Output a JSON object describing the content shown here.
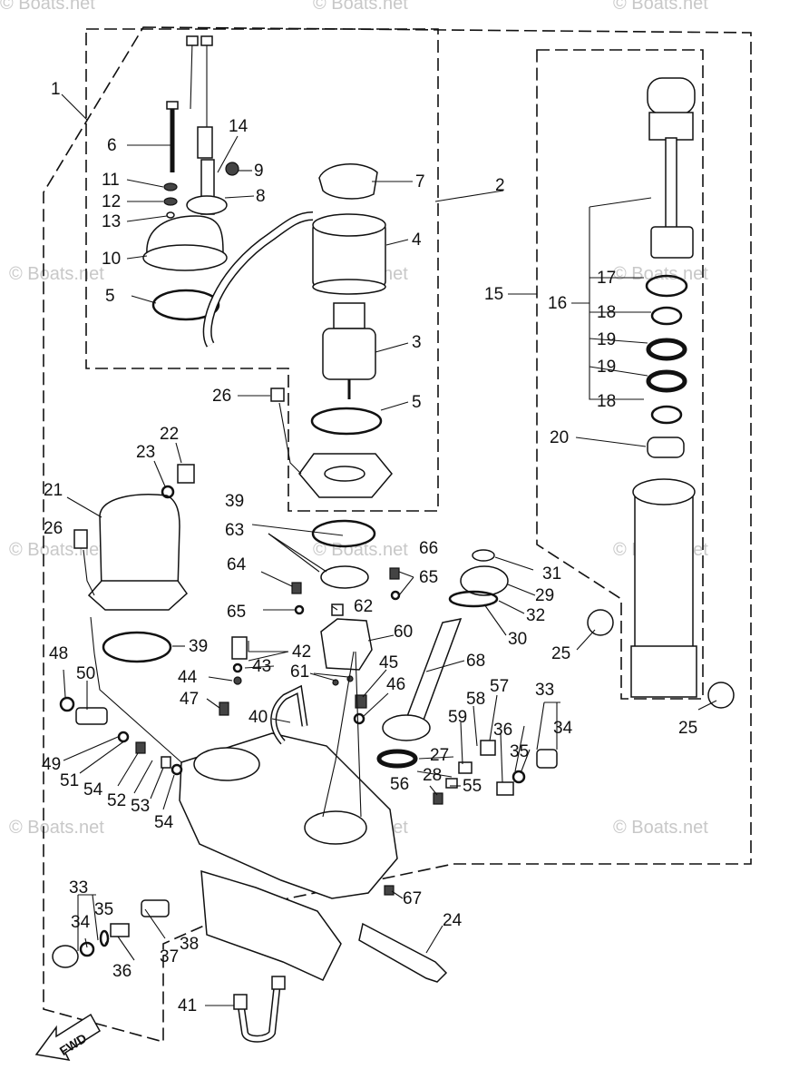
{
  "watermark": "© Boats.net",
  "arrow_label": "FWD",
  "part_numbers": [
    "1",
    "2",
    "3",
    "4",
    "5",
    "5",
    "6",
    "7",
    "8",
    "9",
    "10",
    "11",
    "12",
    "13",
    "14",
    "15",
    "16",
    "17",
    "18",
    "18",
    "19",
    "19",
    "20",
    "21",
    "22",
    "23",
    "24",
    "25",
    "25",
    "26",
    "26",
    "27",
    "28",
    "29",
    "30",
    "31",
    "32",
    "33",
    "33",
    "34",
    "34",
    "35",
    "35",
    "36",
    "36",
    "37",
    "38",
    "39",
    "39",
    "40",
    "41",
    "42",
    "43",
    "44",
    "45",
    "46",
    "47",
    "48",
    "49",
    "50",
    "51",
    "52",
    "53",
    "54",
    "54",
    "55",
    "56",
    "57",
    "58",
    "59",
    "60",
    "61",
    "62",
    "63",
    "64",
    "65",
    "65",
    "66",
    "67",
    "68"
  ]
}
